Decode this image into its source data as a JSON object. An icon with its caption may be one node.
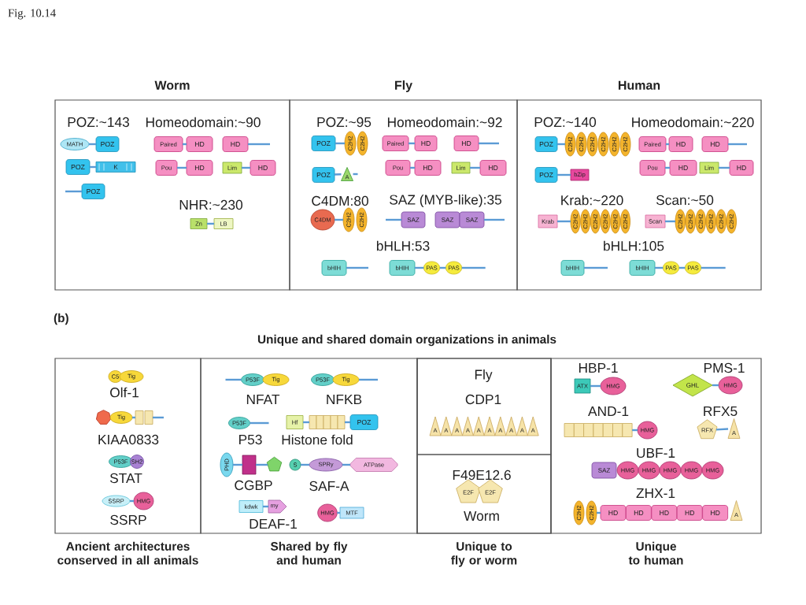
{
  "diagram": {
    "nodes": [
      {
        "text": [
          "Worm"
        ]
      },
      {
        "text": [
          "Fly"
        ]
      },
      {
        "text": [
          "Human"
        ]
      },
      {
        "text": [
          "Ancient architectures conserved in all animals"
        ]
      },
      {
        "text": [
          "Shared by fly and human"
        ]
      },
      {
        "text": [
          "Unique to fly or worm"
        ]
      },
      {
        "text": [],
        "shape": "box",
        "in": 5
      },
      {
        "text": [],
        "shape": "box",
        "in": 5
      },
      {
        "text": [
          "Unique to human"
        ]
      },
      {
        "text": [
          "MATH"
        ],
        "in": 0
      },
      {
        "text": [
          "POZ"
        ],
        "in": 0
      },
      {
        "text": [
          "POZ"
        ],
        "in": 0
      },
      {
        "text": [
          "K"
        ],
        "in": 0
      },
      {
        "text": [
          "POZ"
        ],
        "in": 0
      },
      {
        "text": [
          "Paired"
        ],
        "in": 0
      },
      {
        "text": [
          "HD"
        ],
        "in": 0
      },
      {
        "text": [
          "HD"
        ],
        "in": 0
      },
      {
        "text": [
          "Pou"
        ],
        "in": 0
      },
      {
        "text": [
          "HD"
        ],
        "in": 0
      },
      {
        "text": [
          "Lim"
        ],
        "in": 0
      },
      {
        "text": [
          "HD"
        ],
        "in": 0
      },
      {
        "text": [
          "Zn"
        ],
        "in": 0
      },
      {
        "text": [
          "LB"
        ],
        "in": 0
      },
      {
        "text": [
          "POZ"
        ],
        "in": 1
      },
      {
        "text": [
          "C2H2"
        ],
        "in": 1
      },
      {
        "text": [
          "C2H2"
        ],
        "in": 1
      },
      {
        "text": [
          "POZ"
        ],
        "in": 1
      },
      {
        "text": [
          "A"
        ],
        "in": 1
      },
      {
        "text": [
          "Paired"
        ],
        "in": 1
      },
      {
        "text": [
          "HD"
        ],
        "in": 1
      },
      {
        "text": [
          "HD"
        ],
        "in": 1
      },
      {
        "text": [
          "Pou"
        ],
        "in": 1
      },
      {
        "text": [
          "HD"
        ],
        "in": 1
      },
      {
        "text": [
          "Lim"
        ],
        "in": 1
      },
      {
        "text": [
          "HD"
        ],
        "in": 1
      },
      {
        "text": [
          "C4DM"
        ],
        "in": 1
      },
      {
        "text": [
          "C2H2"
        ],
        "in": 1
      },
      {
        "text": [
          "C2H2"
        ],
        "in": 1
      },
      {
        "text": [
          "SAZ"
        ],
        "in": 1
      },
      {
        "text": [
          "SAZ"
        ],
        "in": 1
      },
      {
        "text": [
          "SAZ"
        ],
        "in": 1
      },
      {
        "text": [
          "bHIH"
        ],
        "in": 1
      },
      {
        "text": [
          "bHIH"
        ],
        "in": 1
      },
      {
        "text": [
          "PAS"
        ],
        "in": 1
      },
      {
        "text": [
          "PAS"
        ],
        "in": 1
      },
      {
        "text": [
          "POZ"
        ],
        "in": 2
      },
      {
        "text": [
          "C2H2"
        ],
        "in": 2
      },
      {
        "text": [
          "C2H2"
        ],
        "in": 2
      },
      {
        "text": [
          "C2H2"
        ],
        "in": 2
      },
      {
        "text": [
          "C2H2"
        ],
        "in": 2
      },
      {
        "text": [
          "C2H2"
        ],
        "in": 2
      },
      {
        "text": [
          "C2H2"
        ],
        "in": 2
      },
      {
        "text": [
          "POZ"
        ],
        "in": 2
      },
      {
        "text": [
          "bZip"
        ],
        "in": 2
      },
      {
        "text": [
          "Paired"
        ],
        "in": 2
      },
      {
        "text": [
          "HD"
        ],
        "in": 2
      },
      {
        "text": [
          "HD"
        ],
        "in": 2
      },
      {
        "text": [
          "Pou"
        ],
        "in": 2
      },
      {
        "text": [
          "HD"
        ],
        "in": 2
      },
      {
        "text": [
          "Lim"
        ],
        "in": 2
      },
      {
        "text": [
          "HD"
        ],
        "in": 2
      },
      {
        "text": [
          "Krab"
        ],
        "in": 2
      },
      {
        "text": [
          "C2H2"
        ],
        "in": 2
      },
      {
        "text": [
          "C2H2"
        ],
        "in": 2
      },
      {
        "text": [
          "C2H2"
        ],
        "in": 2
      },
      {
        "text": [
          "C2H2"
        ],
        "in": 2
      },
      {
        "text": [
          "C2H2"
        ],
        "in": 2
      },
      {
        "text": [
          "C2H2"
        ],
        "in": 2
      },
      {
        "text": [
          "Scan"
        ],
        "in": 2
      },
      {
        "text": [
          "C2H2"
        ],
        "in": 2
      },
      {
        "text": [
          "C2H2"
        ],
        "in": 2
      },
      {
        "text": [
          "C2H2"
        ],
        "in": 2
      },
      {
        "text": [
          "C2H2"
        ],
        "in": 2
      },
      {
        "text": [
          "C2H2"
        ],
        "in": 2
      },
      {
        "text": [
          "C2H2"
        ],
        "in": 2
      },
      {
        "text": [
          "bHIH"
        ],
        "in": 2
      },
      {
        "text": [
          "bHIH"
        ],
        "in": 2
      },
      {
        "text": [
          "PAS"
        ],
        "in": 2
      },
      {
        "text": [
          "PAS"
        ],
        "in": 2
      },
      {
        "text": [
          "C5"
        ],
        "in": 3
      },
      {
        "text": [
          "Tig"
        ],
        "in": 3
      },
      {
        "text": [],
        "shape": "heptagon",
        "in": 3
      },
      {
        "text": [
          "Tig"
        ],
        "in": 3
      },
      {
        "text": [],
        "shape": "box",
        "in": 3
      },
      {
        "text": [],
        "shape": "box",
        "in": 3
      },
      {
        "text": [
          "P53F"
        ],
        "in": 3
      },
      {
        "text": [
          "SH2"
        ],
        "in": 3
      },
      {
        "text": [
          "SSRP"
        ],
        "in": 3
      },
      {
        "text": [
          "HMG"
        ],
        "in": 3
      },
      {
        "text": [
          "P53F"
        ],
        "in": 4
      },
      {
        "text": [
          "Tig"
        ],
        "in": 4
      },
      {
        "text": [
          "P53F"
        ],
        "in": 4
      },
      {
        "text": [
          "Tig"
        ],
        "in": 4
      },
      {
        "text": [
          "P53F"
        ],
        "in": 4
      },
      {
        "text": [
          "Hf"
        ],
        "in": 4
      },
      {
        "text": [],
        "shape": "box",
        "in": 4
      },
      {
        "text": [],
        "shape": "box",
        "in": 4
      },
      {
        "text": [],
        "shape": "box",
        "in": 4
      },
      {
        "text": [],
        "shape": "box",
        "in": 4
      },
      {
        "text": [],
        "shape": "box",
        "in": 4
      },
      {
        "text": [
          "POZ"
        ],
        "in": 4
      },
      {
        "text": [
          "PHD"
        ],
        "in": 4
      },
      {
        "text": [],
        "shape": "box",
        "in": 4
      },
      {
        "text": [],
        "shape": "pentagon",
        "in": 4
      },
      {
        "text": [
          "S"
        ],
        "in": 4
      },
      {
        "text": [
          "SPRy"
        ],
        "in": 4
      },
      {
        "text": [
          "ATPase"
        ],
        "in": 4
      },
      {
        "text": [
          "kdwk"
        ],
        "in": 4
      },
      {
        "text": [
          "my"
        ],
        "in": 4
      },
      {
        "text": [
          "HMG"
        ],
        "in": 4
      },
      {
        "text": [
          "MTF"
        ],
        "in": 4
      },
      {
        "text": [
          "A"
        ],
        "in": 6
      },
      {
        "text": [
          "A"
        ],
        "in": 6
      },
      {
        "text": [
          "A"
        ],
        "in": 6
      },
      {
        "text": [
          "A"
        ],
        "in": 6
      },
      {
        "text": [
          "A"
        ],
        "in": 6
      },
      {
        "text": [
          "A"
        ],
        "in": 6
      },
      {
        "text": [
          "A"
        ],
        "in": 6
      },
      {
        "text": [
          "A"
        ],
        "in": 6
      },
      {
        "text": [
          "A"
        ],
        "in": 6
      },
      {
        "text": [
          "A"
        ],
        "in": 6
      },
      {
        "text": [
          "E2F"
        ],
        "in": 7
      },
      {
        "text": [
          "E2F"
        ],
        "in": 7
      },
      {
        "text": [
          "ATX"
        ],
        "in": 8
      },
      {
        "text": [
          "HMG"
        ],
        "in": 8
      },
      {
        "text": [
          "GHL"
        ],
        "in": 8
      },
      {
        "text": [
          "HMG"
        ],
        "in": 8
      },
      {
        "text": [],
        "shape": "box",
        "in": 8
      },
      {
        "text": [],
        "shape": "box",
        "in": 8
      },
      {
        "text": [],
        "shape": "box",
        "in": 8
      },
      {
        "text": [],
        "shape": "box",
        "in": 8
      },
      {
        "text": [],
        "shape": "box",
        "in": 8
      },
      {
        "text": [],
        "shape": "box",
        "in": 8
      },
      {
        "text": [],
        "shape": "box",
        "in": 8
      },
      {
        "text": [
          "HMG"
        ],
        "in": 8
      },
      {
        "text": [
          "RFX"
        ],
        "in": 8
      },
      {
        "text": [
          "A"
        ],
        "in": 8
      },
      {
        "text": [
          "SAZ"
        ],
        "in": 8
      },
      {
        "text": [
          "HMG"
        ],
        "in": 8
      },
      {
        "text": [
          "HMG"
        ],
        "in": 8
      },
      {
        "text": [
          "HMG"
        ],
        "in": 8
      },
      {
        "text": [
          "HMG"
        ],
        "in": 8
      },
      {
        "text": [
          "HMG"
        ],
        "in": 8
      },
      {
        "text": [
          "C2H2"
        ],
        "in": 8
      },
      {
        "text": [
          "C2H2"
        ],
        "in": 8
      },
      {
        "text": [
          "HD"
        ],
        "in": 8
      },
      {
        "text": [
          "HD"
        ],
        "in": 8
      },
      {
        "text": [
          "HD"
        ],
        "in": 8
      },
      {
        "text": [
          "HD"
        ],
        "in": 8
      },
      {
        "text": [
          "HD"
        ],
        "in": 8
      },
      {
        "text": [
          "A"
        ],
        "in": 8
      }
    ],
    "edges": [
      {
        "from": 9,
        "to": 10,
        "arrow": "none"
      },
      {
        "from": 11,
        "to": 12,
        "arrow": "none"
      },
      {
        "from": null,
        "to": 13,
        "arrow": "none"
      },
      {
        "from": 14,
        "to": 15,
        "arrow": "none"
      },
      {
        "from": 16,
        "to": null,
        "arrow": "none"
      },
      {
        "from": 17,
        "to": 18,
        "arrow": "none"
      },
      {
        "from": 19,
        "to": 20,
        "arrow": "none"
      },
      {
        "from": 21,
        "to": 22,
        "arrow": "none"
      },
      {
        "from": 23,
        "to": 24,
        "arrow": "none"
      },
      {
        "from": 26,
        "to": 27,
        "arrow": "none"
      },
      {
        "from": 27,
        "to": null,
        "arrow": "none"
      },
      {
        "from": 28,
        "to": 29,
        "arrow": "none"
      },
      {
        "from": 30,
        "to": null,
        "arrow": "none"
      },
      {
        "from": 31,
        "to": 32,
        "arrow": "none"
      },
      {
        "from": 33,
        "to": 34,
        "arrow": "none"
      },
      {
        "from": 35,
        "to": 36,
        "arrow": "none"
      },
      {
        "from": null,
        "to": 38,
        "arrow": "none"
      },
      {
        "from": 40,
        "to": null,
        "arrow": "none"
      },
      {
        "from": 41,
        "to": null,
        "arrow": "none"
      },
      {
        "from": 42,
        "to": 43,
        "arrow": "none"
      },
      {
        "from": 43,
        "to": 44,
        "arrow": "none"
      },
      {
        "from": 44,
        "to": null,
        "arrow": "none"
      },
      {
        "from": 45,
        "to": 46,
        "arrow": "none"
      },
      {
        "from": 52,
        "to": 53,
        "arrow": "none"
      },
      {
        "from": 54,
        "to": 55,
        "arrow": "none"
      },
      {
        "from": 56,
        "to": null,
        "arrow": "none"
      },
      {
        "from": 57,
        "to": 58,
        "arrow": "none"
      },
      {
        "from": 59,
        "to": 60,
        "arrow": "none"
      },
      {
        "from": 61,
        "to": 62,
        "arrow": "none"
      },
      {
        "from": 68,
        "to": 69,
        "arrow": "none"
      },
      {
        "from": 75,
        "to": null,
        "arrow": "none"
      },
      {
        "from": 76,
        "to": 77,
        "arrow": "none"
      },
      {
        "from": 77,
        "to": 78,
        "arrow": "none"
      },
      {
        "from": 78,
        "to": null,
        "arrow": "none"
      },
      {
        "from": 82,
        "to": 83,
        "arrow": "none"
      },
      {
        "from": 84,
        "to": null,
        "arrow": "none"
      },
      {
        "from": 87,
        "to": 88,
        "arrow": "none"
      },
      {
        "from": null,
        "to": 89,
        "arrow": "none"
      },
      {
        "from": 92,
        "to": null,
        "arrow": "none"
      },
      {
        "from": 93,
        "to": null,
        "arrow": "none"
      },
      {
        "from": 94,
        "to": 95,
        "arrow": "none"
      },
      {
        "from": 99,
        "to": 100,
        "arrow": "none"
      },
      {
        "from": 101,
        "to": 102,
        "arrow": "none"
      },
      {
        "from": 102,
        "to": 103,
        "arrow": "none"
      },
      {
        "from": 104,
        "to": 105,
        "arrow": "none"
      },
      {
        "from": 105,
        "to": 106,
        "arrow": "none"
      },
      {
        "from": 107,
        "to": 108,
        "arrow": "none"
      },
      {
        "from": 109,
        "to": 110,
        "arrow": "none"
      },
      {
        "from": 123,
        "to": 124,
        "arrow": "none"
      },
      {
        "from": 125,
        "to": 126,
        "arrow": "none"
      },
      {
        "from": 133,
        "to": 134,
        "arrow": "none"
      },
      {
        "from": 135,
        "to": 136,
        "arrow": "none"
      },
      {
        "from": 144,
        "to": 145,
        "arrow": "none"
      }
    ],
    "labels": [
      "Fig. 10.14",
      "POZ:~143",
      "Homeodomain:~90",
      "NHR:~230",
      "POZ:~95",
      "Homeodomain:~92",
      "C4DM:80",
      "SAZ (MYB-like):35",
      "bHLH:53",
      "POZ:~140",
      "Homeodomain:~220",
      "Krab:~220",
      "Scan:~50",
      "bHLH:105",
      "(b)",
      "Unique and shared domain organizations in animals",
      "Olf-1",
      "KIAA0833",
      "STAT",
      "SSRP",
      "NFAT",
      "NFKB",
      "P53",
      "Histone fold",
      "CGBP",
      "SAF-A",
      "DEAF-1",
      "Fly",
      "CDP1",
      "F49E12.6",
      "Worm",
      "HBP-1",
      "PMS-1",
      "AND-1",
      "RFX5",
      "UBF-1",
      "ZHX-1"
    ]
  }
}
